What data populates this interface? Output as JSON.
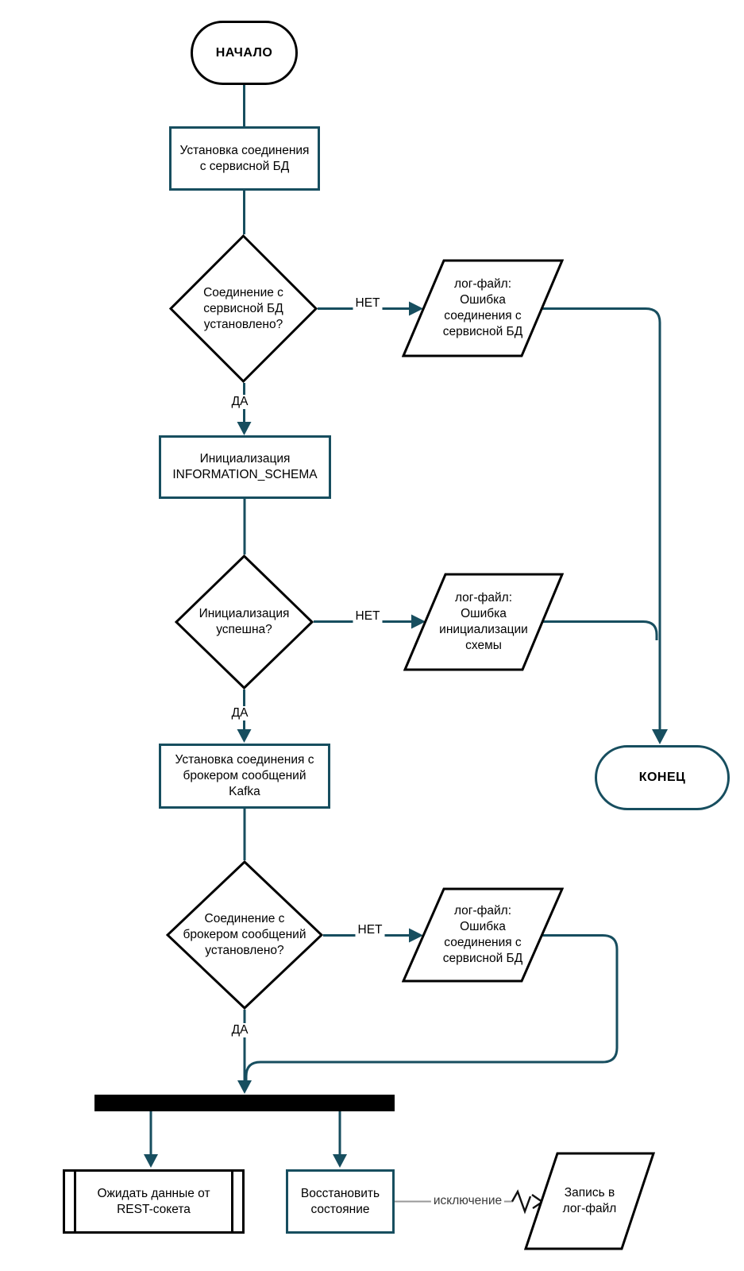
{
  "flowchart": {
    "colors": {
      "connector": "#174E5F",
      "shape_outline": "#000000",
      "exception_line": "#999999",
      "fork_bar": "#000000"
    },
    "nodes": {
      "start": {
        "label": "НАЧАЛО",
        "type": "terminator"
      },
      "process_db_connect": {
        "label": "Установка соединения\nс сервисной БД",
        "type": "process"
      },
      "decision_db_connected": {
        "label": "Соединение с\nсервисной БД\nустановлено?",
        "type": "decision"
      },
      "log_db_error": {
        "label": "лог-файл:\nОшибка\nсоединения с\nсервисной БД",
        "type": "data"
      },
      "process_init_schema": {
        "label": "Инициализация\nINFORMATION_SCHEMA",
        "type": "process"
      },
      "decision_init_ok": {
        "label": "Инициализация\nуспешна?",
        "type": "decision"
      },
      "log_init_error": {
        "label": "лог-файл:\nОшибка\nинициализации\nсхемы",
        "type": "data"
      },
      "process_kafka_connect": {
        "label": "Установка соединения с\nброкером сообщений\nKafka",
        "type": "process"
      },
      "decision_kafka_connected": {
        "label": "Соединение с\nброкером сообщений\nустановлено?",
        "type": "decision"
      },
      "log_kafka_error": {
        "label": "лог-файл:\nОшибка\nсоединения с\nсервисной БД",
        "type": "data"
      },
      "end": {
        "label": "КОНЕЦ",
        "type": "terminator"
      },
      "process_wait_rest": {
        "label": "Ожидать данные от\nREST-сокета",
        "type": "predefined-process"
      },
      "process_restore_state": {
        "label": "Восстановить\nсостояние",
        "type": "process"
      },
      "log_write": {
        "label": "Запись в\nлог-файл",
        "type": "data"
      }
    },
    "edge_labels": {
      "no": "НЕТ",
      "yes": "ДА",
      "exception": "исключение"
    }
  }
}
